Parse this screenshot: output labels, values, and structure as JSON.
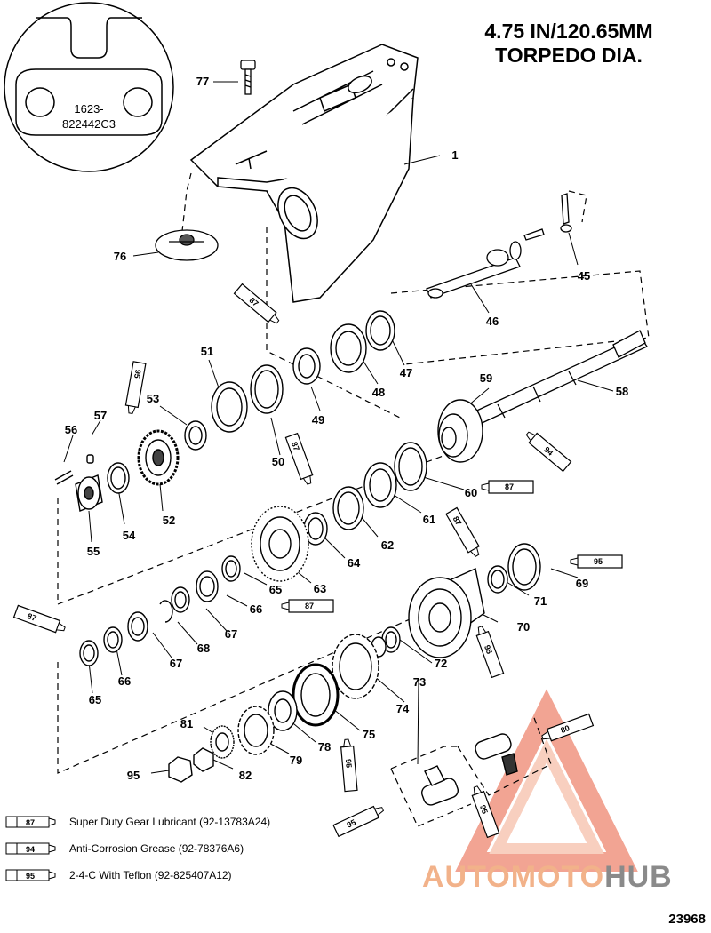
{
  "title": {
    "line1": "4.75 IN/120.65MM",
    "line2": "TORPEDO DIA."
  },
  "inset": {
    "line1": "1623-",
    "line2": "822442C3"
  },
  "part_numbers": [
    "77",
    "1",
    "76",
    "45",
    "46",
    "87",
    "47",
    "48",
    "49",
    "95",
    "51",
    "53",
    "57",
    "56",
    "59",
    "58",
    "50",
    "87",
    "94",
    "87",
    "52",
    "55",
    "54",
    "60",
    "61",
    "62",
    "64",
    "63",
    "87",
    "95",
    "69",
    "71",
    "65",
    "66",
    "87",
    "70",
    "87",
    "67",
    "68",
    "67",
    "66",
    "65",
    "72",
    "73",
    "74",
    "95",
    "95",
    "75",
    "78",
    "79",
    "80",
    "81",
    "82",
    "95",
    "95"
  ],
  "legend": [
    {
      "code": "87",
      "text": "Super Duty Gear Lubricant (92-13783A24)"
    },
    {
      "code": "94",
      "text": "Anti-Corrosion Grease (92-78376A6)"
    },
    {
      "code": "95",
      "text": "2-4-C  With Teflon (92-825407A12)"
    }
  ],
  "doc_number": "23968",
  "watermark": {
    "part1": "AUTOMOTO",
    "part2": "HUB"
  },
  "colors": {
    "watermark_accent": "#f2b28a",
    "watermark_gray": "#8a8a8a"
  }
}
